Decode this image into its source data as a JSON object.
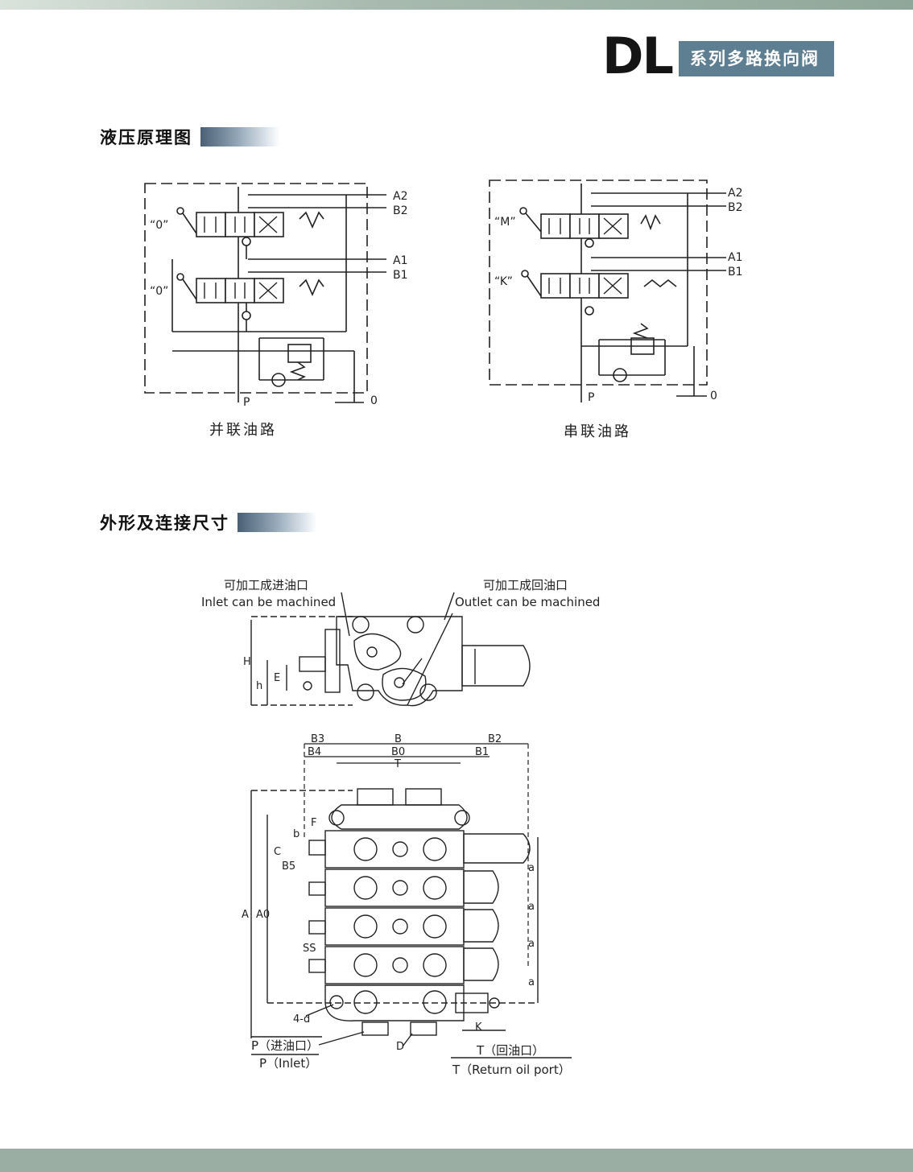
{
  "header": {
    "brand": "DL",
    "series": "系列多路换向阀"
  },
  "sections": {
    "hydraulic": "液压原理图",
    "dimensions": "外形及连接尺寸"
  },
  "schematic_parallel": {
    "caption": "并联油路",
    "ports": [
      "A2",
      "B2",
      "A1",
      "B1"
    ],
    "pos_top": "“0”",
    "pos_bottom": "“0”",
    "p": "P",
    "o": "0"
  },
  "schematic_series": {
    "caption": "串联油路",
    "ports": [
      "A2",
      "B2",
      "A1",
      "B1"
    ],
    "pos_top": "“M”",
    "pos_bottom": "“K”",
    "p": "P",
    "o": "0"
  },
  "drawing": {
    "inlet_cn": "可加工成进油口",
    "inlet_en": "Inlet can be machined",
    "outlet_cn": "可加工成回油口",
    "outlet_en": "Outlet can be machined",
    "dims_top": [
      "B3",
      "B",
      "B2",
      "B4",
      "B0",
      "B1",
      "T"
    ],
    "H": "H",
    "h": "h",
    "E": "E",
    "A": "A",
    "A0": "A0",
    "F": "F",
    "b": "b",
    "C": "C",
    "B5": "B5",
    "SS": "SS",
    "a": "a",
    "d4": "4-d",
    "K": "K",
    "D": "D",
    "p_cn": "P（进油口）",
    "p_en": "P（Inlet）",
    "t_cn": "T（回油口）",
    "t_en": "T（Return oil port）"
  }
}
